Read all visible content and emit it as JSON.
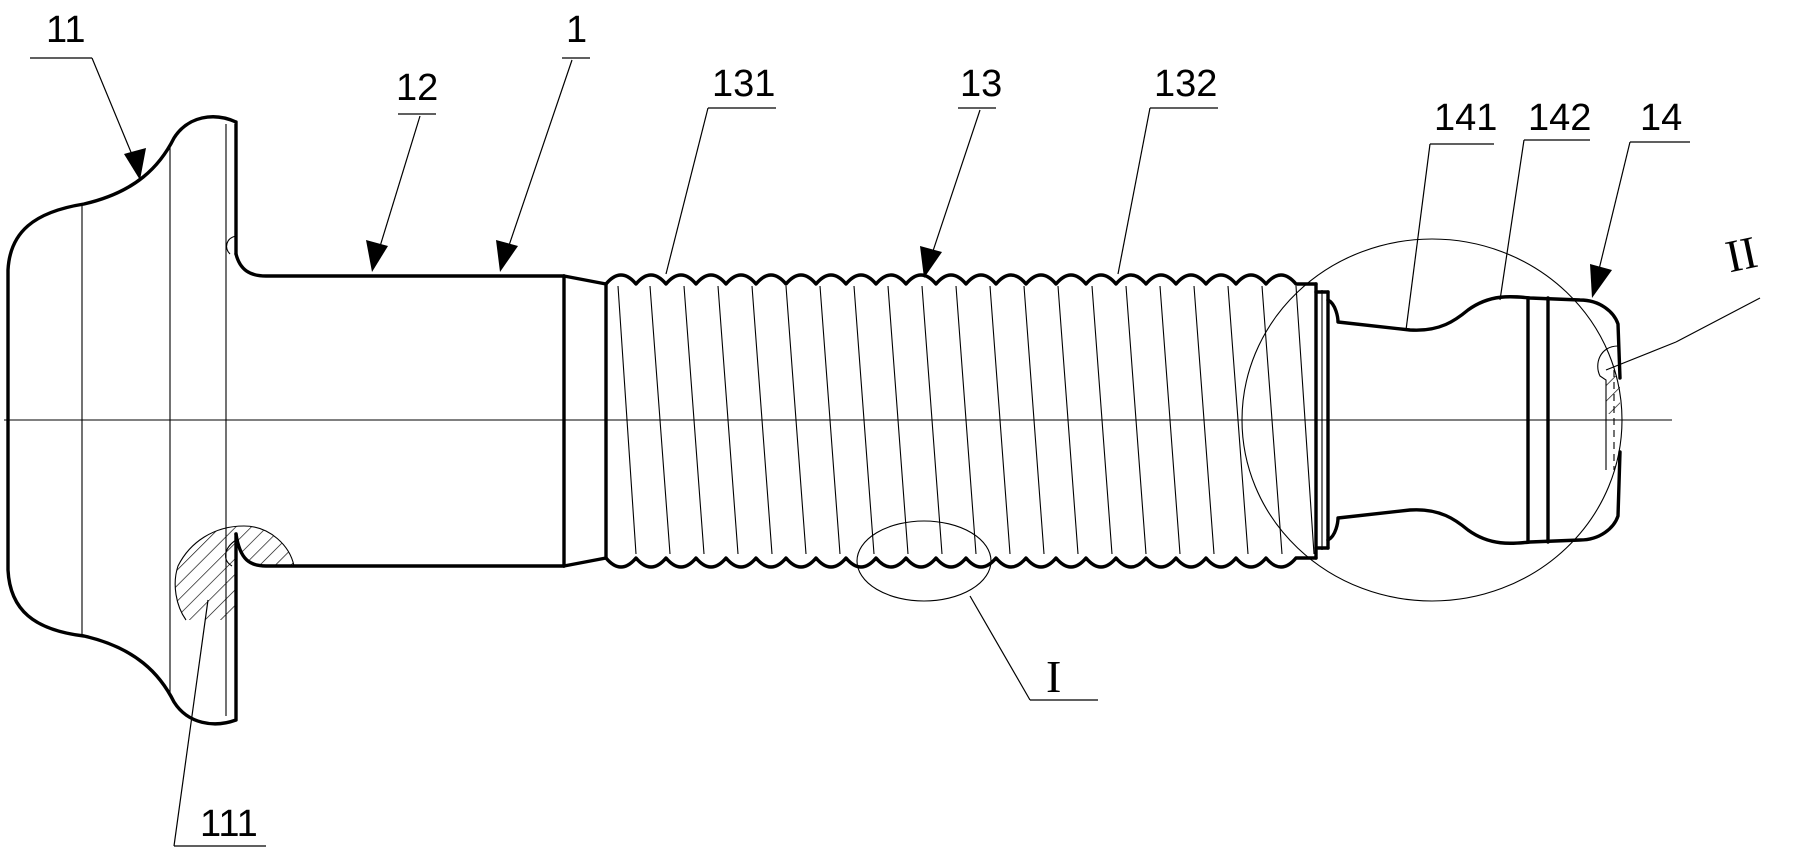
{
  "labels": {
    "l11": "11",
    "l12": "12",
    "l1": "1",
    "l131": "131",
    "l13": "13",
    "l132": "132",
    "l141": "141",
    "l142": "142",
    "l14": "14",
    "l111": "111",
    "detail1": "I",
    "detail2": "II"
  }
}
